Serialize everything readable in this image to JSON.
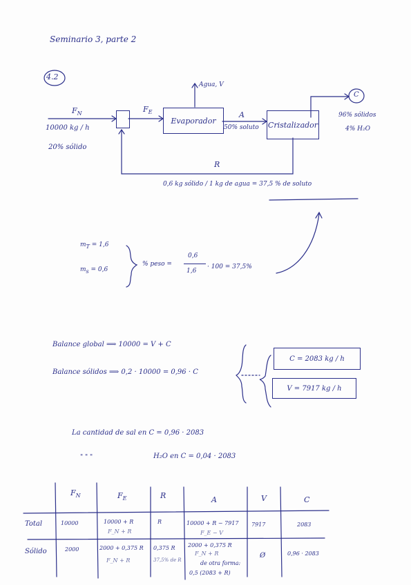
{
  "header": {
    "title": "Seminario 3, parte 2"
  },
  "problem": {
    "number": "4.2"
  },
  "diagram": {
    "fn_label": "F",
    "fn_sub": "N",
    "fn_flow": "10000 kg / h",
    "fn_solid": "20% sólido",
    "fe_label": "F",
    "fe_sub": "E",
    "evaporator": "Evaporador",
    "water": "Agua, V",
    "a_label": "A",
    "a_solute": "50% soluto",
    "crystallizer": "Cristalizador",
    "c_label": "C",
    "c_solids": "96% sólidos",
    "c_water": "4% H₂O",
    "r_label": "R",
    "r_note": "0,6 kg sólido / 1 kg de agua = 37,5 % de soluto"
  },
  "mass_calc": {
    "mt": "m",
    "mt_sub": "T",
    "mt_val": "= 1,6",
    "ms": "m",
    "ms_sub": "s",
    "ms_val": "= 0,6",
    "pct_label": "% peso =",
    "frac_num": "0,6",
    "frac_den": "1,6",
    "result": "· 100 = 37,5%"
  },
  "balances": {
    "global": "Balance global  ⟹  10000 = V + C",
    "solids": "Balance sólidos  ⟹  0,2 · 10000 = 0,96 · C",
    "result_c": "C = 2083 kg / h",
    "result_v": "V = 7917 kg / h"
  },
  "salt": {
    "line1": "La cantidad de sal en C = 0,96 · 2083",
    "line2_ditto": "\"      \"      \"",
    "line2": "H₂O en C = 0,04 · 2083"
  },
  "table": {
    "headers": [
      {
        "main": "F",
        "sub": "N"
      },
      {
        "main": "F",
        "sub": "E"
      },
      {
        "main": "R",
        "sub": ""
      },
      {
        "main": "A",
        "sub": ""
      },
      {
        "main": "V",
        "sub": ""
      },
      {
        "main": "C",
        "sub": ""
      }
    ],
    "row_total_label": "Total",
    "row_total": [
      "10000",
      "10000 + R",
      "R",
      "10000 + R − 7917",
      "7917",
      "2083"
    ],
    "row_total_notes": [
      "",
      "F_N + R",
      "",
      "F_E − V",
      "",
      ""
    ],
    "row_solid_label": "Sólido",
    "row_solid": [
      "2000",
      "2000 + 0,375 R",
      "0,375 R",
      "2000 + 0,375 R",
      "Ø",
      "0,96 · 2083"
    ],
    "row_solid_notes": [
      "",
      "F_N + R",
      "37,5% de R",
      "F_N + R",
      "",
      ""
    ],
    "row_solid_extra": [
      "",
      "",
      "",
      "de otra forma:",
      "",
      ""
    ],
    "row_solid_extra2": [
      "",
      "",
      "",
      "0,5 (2083 + R)",
      "",
      ""
    ]
  }
}
